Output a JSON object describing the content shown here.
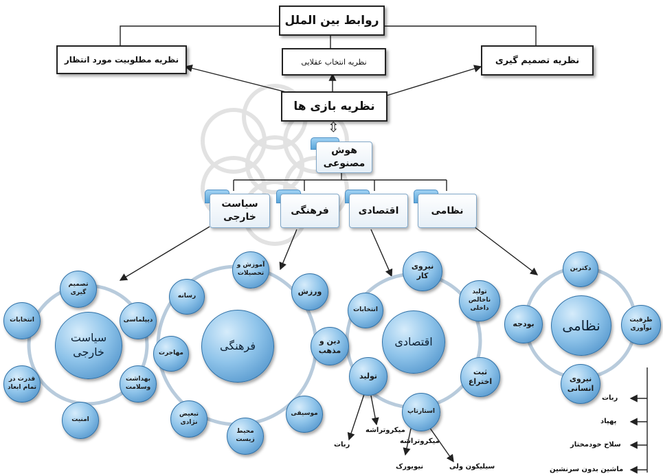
{
  "title": "روابط بین الملل",
  "top_boxes": {
    "left": "نظریه مطلوبیت مورد انتظار",
    "middle": "نظریه انتخاب عقلایی",
    "right": "نظریه تصمیم گیری"
  },
  "game_theory": "نظریه بازی ها",
  "ai": {
    "line1": "هوش",
    "line2": "مصنوعی"
  },
  "categories": {
    "foreign_policy": {
      "line1": "سیاست",
      "line2": "خارجی"
    },
    "cultural": "فرهنگی",
    "economic": "اقتصادی",
    "military": "نظامی"
  },
  "clusters": {
    "foreign": {
      "hub": [
        "سیاست",
        "خارجی"
      ],
      "nodes": {
        "decision": [
          "تصمیم",
          "گیری"
        ],
        "diplomacy": [
          "دیپلماسی"
        ],
        "health": [
          "بهداشت",
          "وسلامت"
        ],
        "security": [
          "امنیت"
        ],
        "power": [
          "قدرت در",
          "تمام ابعاد"
        ],
        "elections": [
          "انتخابات"
        ]
      }
    },
    "cultural": {
      "hub": [
        "فرهنگی"
      ],
      "nodes": {
        "education": [
          "آموزش و",
          "تحصیلات"
        ],
        "sport": [
          "ورزش"
        ],
        "religion": [
          "دین و",
          "مذهب"
        ],
        "music": [
          "موسیقی"
        ],
        "environment": [
          "محیط",
          "زیست"
        ],
        "discrimination": [
          "تبعیض",
          "نژادی"
        ],
        "migration": [
          "مهاجرت"
        ],
        "media": [
          "رسانه"
        ]
      }
    },
    "economic": {
      "hub": [
        "اقتصادی"
      ],
      "nodes": {
        "workforce": [
          "نیروی",
          "کار"
        ],
        "gdp": [
          "تولید",
          "ناخالص",
          "داخلی"
        ],
        "patent": [
          "ثبت",
          "اختراع"
        ],
        "startup": [
          "استارتاپ"
        ],
        "production": [
          "تولید"
        ],
        "elections": [
          "انتخابات"
        ]
      },
      "production_outputs": [
        "ربات",
        "میکروتراشه"
      ],
      "startup_outputs": [
        "میکروتراشه",
        "سیلیکون ولی",
        "نیویورک"
      ]
    },
    "military": {
      "hub": [
        "نظامی"
      ],
      "nodes": {
        "doctrine": [
          "دکترین"
        ],
        "innovation": [
          "ظرفیت",
          "نوآوری"
        ],
        "manpower": [
          "نیروی",
          "انسانی"
        ],
        "budget": [
          "بودجه"
        ]
      },
      "outputs": [
        "ربات",
        "پهپاد",
        "سلاح  خودمختار",
        "ماشین بدون سرنشین"
      ]
    }
  },
  "colors": {
    "circle_dark": "#3f86c2",
    "circle_light": "#d6ecfb",
    "tab": "#5aa6da",
    "line": "#222222"
  }
}
